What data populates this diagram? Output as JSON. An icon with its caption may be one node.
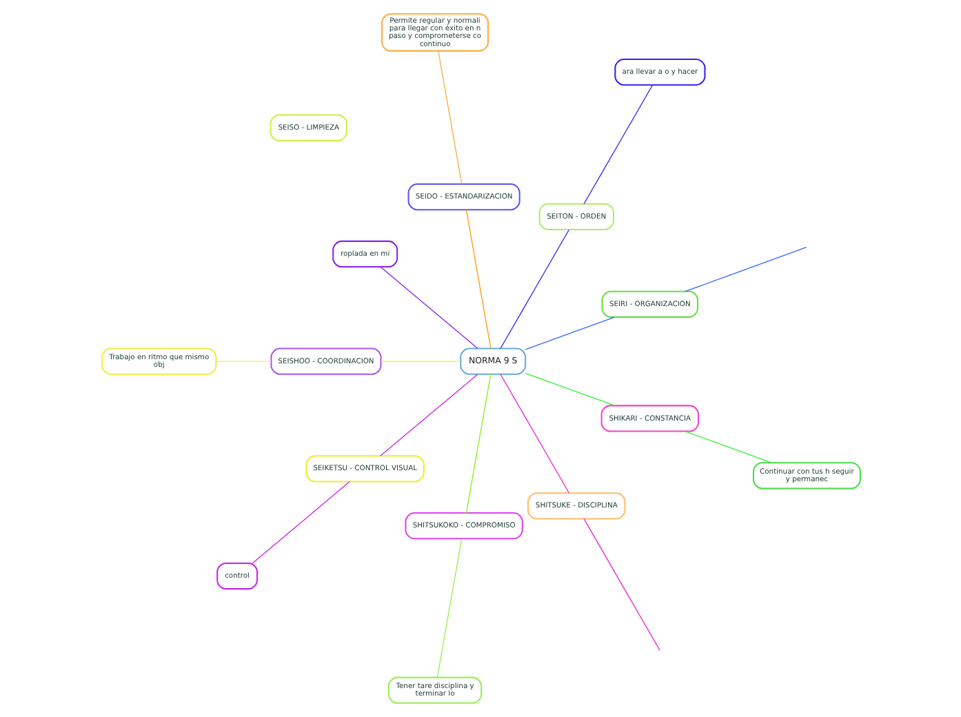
{
  "diagram": {
    "nodes": [
      {
        "text": [
          "NORMA 9 S"
        ]
      },
      {
        "text": [
          "SEIRI - ORGANIZACION"
        ]
      },
      {
        "text": [
          "SEITON - ORDEN"
        ]
      },
      {
        "text": [
          "ara llevar a o y hacer"
        ]
      },
      {
        "text": [
          "SEIDO - ESTANDARIZACION"
        ]
      },
      {
        "text": [
          "Permite regular y normali para llegar con éxito en n paso y comprometerse co continuo"
        ]
      },
      {
        "text": [
          "SEISO - LIMPIEZA"
        ]
      },
      {
        "text": [
          "roplada en mi"
        ]
      },
      {
        "text": [
          "SEISHOO - COORDINACION"
        ]
      },
      {
        "text": [
          "Trabajo en ritmo que mismo obj"
        ]
      },
      {
        "text": [
          "SEIKETSU - CONTROL VISUAL"
        ]
      },
      {
        "text": [
          "control"
        ]
      },
      {
        "text": [
          "SHITSUKOKO - COMPROMISO"
        ]
      },
      {
        "text": [
          "Tener tare disciplina y terminar lo"
        ]
      },
      {
        "text": [
          "SHITSUKE - DISCIPLINA"
        ]
      },
      {
        "text": [
          "SHIKARI - CONSTANCIA"
        ]
      },
      {
        "text": [
          "Continuar con tus h seguir y permanec"
        ]
      }
    ],
    "edges": [
      {
        "from": 0,
        "to": 1,
        "arrow": "none",
        "color": "#3366ff"
      },
      {
        "from": 1,
        "to": null,
        "arrow": "none",
        "color": "#3366ff"
      },
      {
        "from": 0,
        "to": 2,
        "arrow": "none",
        "color": "#3322ee"
      },
      {
        "from": 2,
        "to": 3,
        "arrow": "none",
        "color": "#3322ee"
      },
      {
        "from": 0,
        "to": 4,
        "arrow": "none",
        "color": "#ff9911"
      },
      {
        "from": 4,
        "to": 5,
        "arrow": "none",
        "color": "#ffaa44"
      },
      {
        "from": 0,
        "to": 7,
        "arrow": "none",
        "color": "#8822ee"
      },
      {
        "from": 0,
        "to": 8,
        "arrow": "none",
        "color": "#eeee22"
      },
      {
        "from": 8,
        "to": 9,
        "arrow": "none",
        "color": "#eeee66"
      },
      {
        "from": 0,
        "to": 10,
        "arrow": "none",
        "color": "#cc22ee"
      },
      {
        "from": 10,
        "to": 11,
        "arrow": "none",
        "color": "#cc22ee"
      },
      {
        "from": 0,
        "to": 12,
        "arrow": "none",
        "color": "#88ee22"
      },
      {
        "from": 12,
        "to": 13,
        "arrow": "none",
        "color": "#99ee55"
      },
      {
        "from": 0,
        "to": 14,
        "arrow": "none",
        "color": "#ee22cc"
      },
      {
        "from": 14,
        "to": null,
        "arrow": "none",
        "color": "#ee22cc"
      },
      {
        "from": 0,
        "to": 15,
        "arrow": "none",
        "color": "#33ee33"
      },
      {
        "from": 15,
        "to": 16,
        "arrow": "none",
        "color": "#33ee33"
      }
    ]
  }
}
